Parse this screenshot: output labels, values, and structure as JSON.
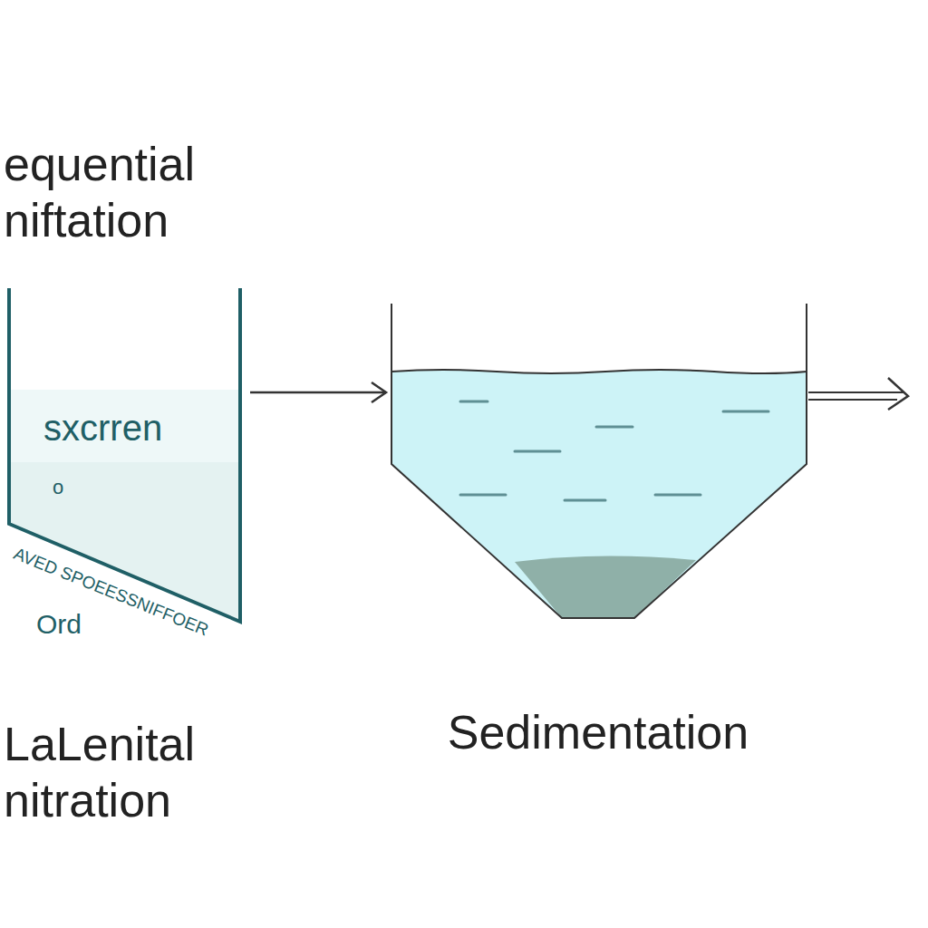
{
  "diagram": {
    "nodes": [
      {
        "text": [
          "equential niftation",
          "sxcrren"
        ]
      },
      {
        "text": [
          "Sedimentation"
        ]
      }
    ],
    "edges": [
      {
        "from": 0,
        "to": 1,
        "arrow": "to"
      }
    ],
    "labels": [
      "o",
      "AVED SPOEESSNIFFOER",
      "Ord",
      "LaLenital nitration"
    ]
  }
}
